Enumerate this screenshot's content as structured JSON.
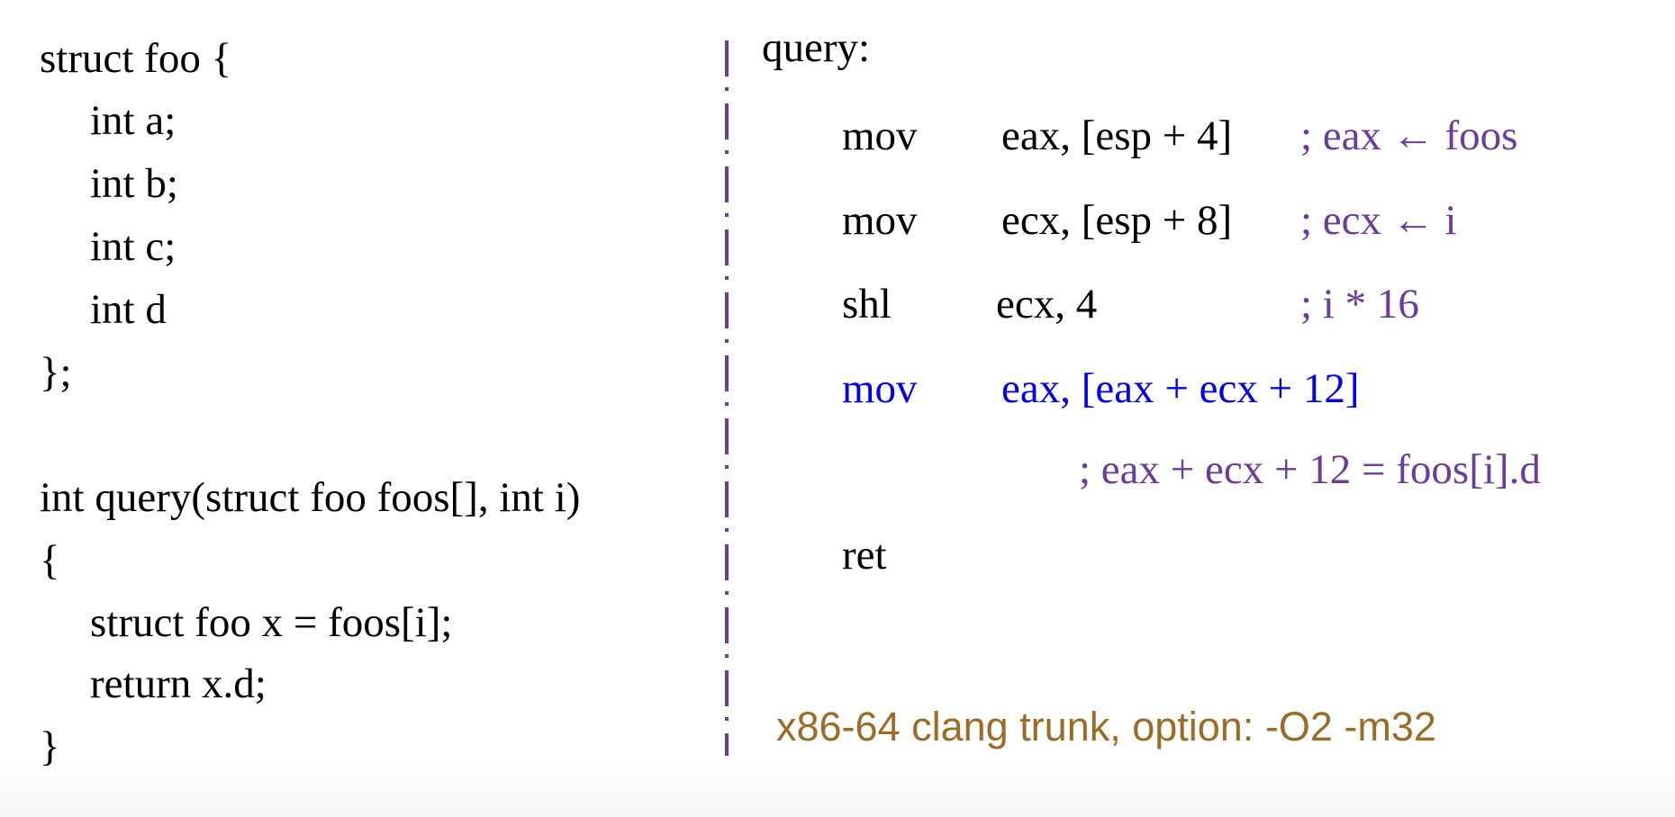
{
  "c_code": {
    "lines": [
      "struct foo {",
      "int a;",
      "int b;",
      "int c;",
      "int d",
      "};",
      "int query(struct foo foos[], int i)",
      "{",
      "struct foo x = foos[i];",
      "return x.d;",
      "}"
    ]
  },
  "asm": {
    "label": "query:",
    "rows": [
      {
        "op": "mov",
        "args": "eax, [esp + 4]",
        "comment": "; eax ← foos"
      },
      {
        "op": "mov",
        "args": "ecx, [esp + 8]",
        "comment": "; ecx ← i"
      },
      {
        "op": "shl",
        "args": "ecx, 4",
        "comment": "; i * 16"
      },
      {
        "op": "mov",
        "args": "eax, [eax + ecx + 12]",
        "comment": "; eax + ecx + 12 = foos[i].d"
      },
      {
        "op": "ret",
        "args": "",
        "comment": ""
      }
    ]
  },
  "footer": "x86-64 clang trunk, option: -O2 -m32",
  "colors": {
    "comment": "#6a3d9a",
    "highlight": "#0000ee",
    "footer": "#9a6c28"
  }
}
